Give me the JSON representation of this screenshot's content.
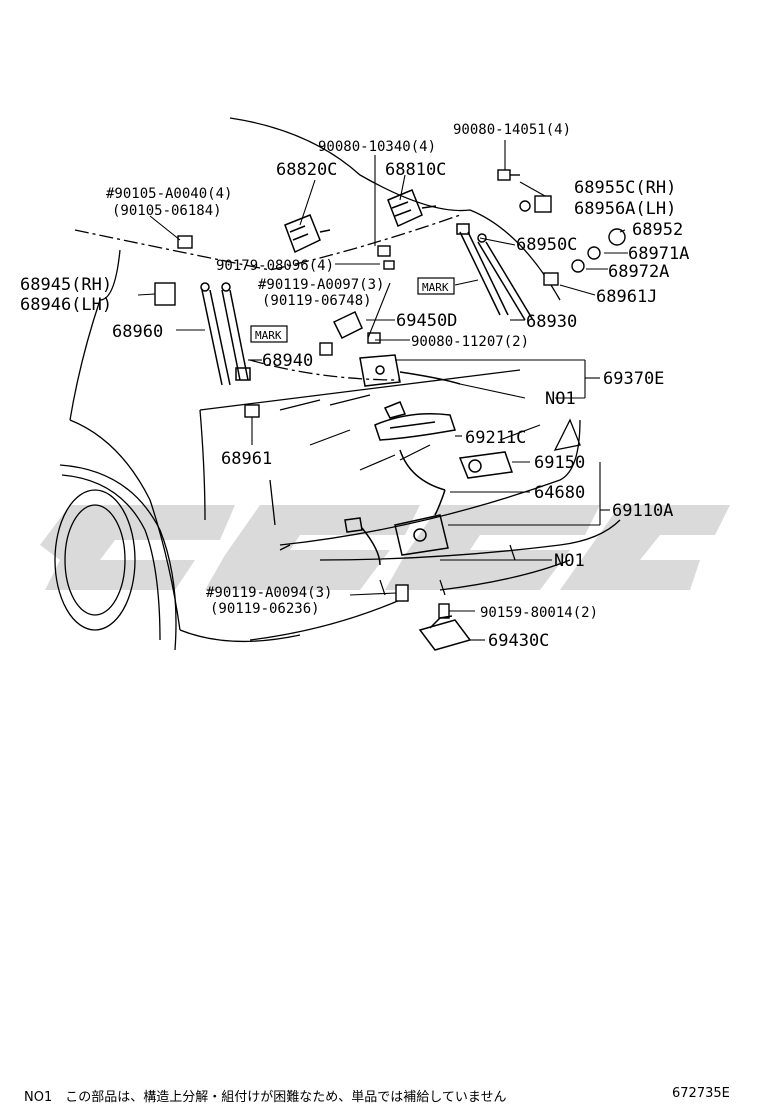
{
  "labels": {
    "p90080_14051": "90080-14051(4)",
    "p90080_10340": "90080-10340(4)",
    "p68820C": "68820C",
    "p68810C": "68810C",
    "p68955C": "68955C(RH)",
    "p68956A": "68956A(LH)",
    "p90105_A0040": "#90105-A0040(4)",
    "p90105_06184": "(90105-06184)",
    "p68952": "68952",
    "p68950C": "68950C",
    "p68971A": "68971A",
    "p90179_08096": "90179-08096(4)",
    "p68972A": "68972A",
    "p68945": "68945(RH)",
    "p68946": "68946(LH)",
    "p90119_A0097": "#90119-A0097(3)",
    "p90119_06748": "(90119-06748)",
    "mark1": "MARK",
    "p68961J": "68961J",
    "p68960": "68960",
    "mark2": "MARK",
    "p69450D": "69450D",
    "p68930": "68930",
    "p90080_11207": "90080-11207(2)",
    "p68940": "68940",
    "p69370E": "69370E",
    "no1_a": "NO1",
    "p69211C": "69211C",
    "p68961": "68961",
    "p69150": "69150",
    "p64680": "64680",
    "p69110A": "69110A",
    "no1_b": "NO1",
    "p90119_A0094": "#90119-A0094(3)",
    "p90119_06236": "(90119-06236)",
    "p90159_80014": "90159-80014(2)",
    "p69430C": "69430C"
  },
  "footer": {
    "note": "NO1　この部品は、構造上分解・組付けが困難なため、単品では補給していません",
    "code": "672735E"
  }
}
